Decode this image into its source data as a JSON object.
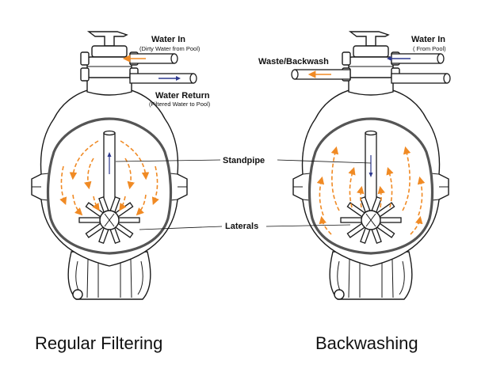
{
  "labels": {
    "left_water_in": "Water In",
    "left_water_in_sub": "(Dirty Water from Pool)",
    "left_water_return": "Water Return",
    "left_water_return_sub": "(Filtered Water to Pool)",
    "right_water_in": "Water In",
    "right_water_in_sub": "( From Pool)",
    "waste_backwash": "Waste/Backwash",
    "standpipe": "Standpipe",
    "laterals": "Laterals"
  },
  "captions": {
    "left": "Regular Filtering",
    "right": "Backwashing"
  },
  "colors": {
    "flow_arrow": "#f08a24",
    "pipe_arrow": "#2f3a8f",
    "outline": "#1a1a1a",
    "sand_bed": "#555555"
  }
}
